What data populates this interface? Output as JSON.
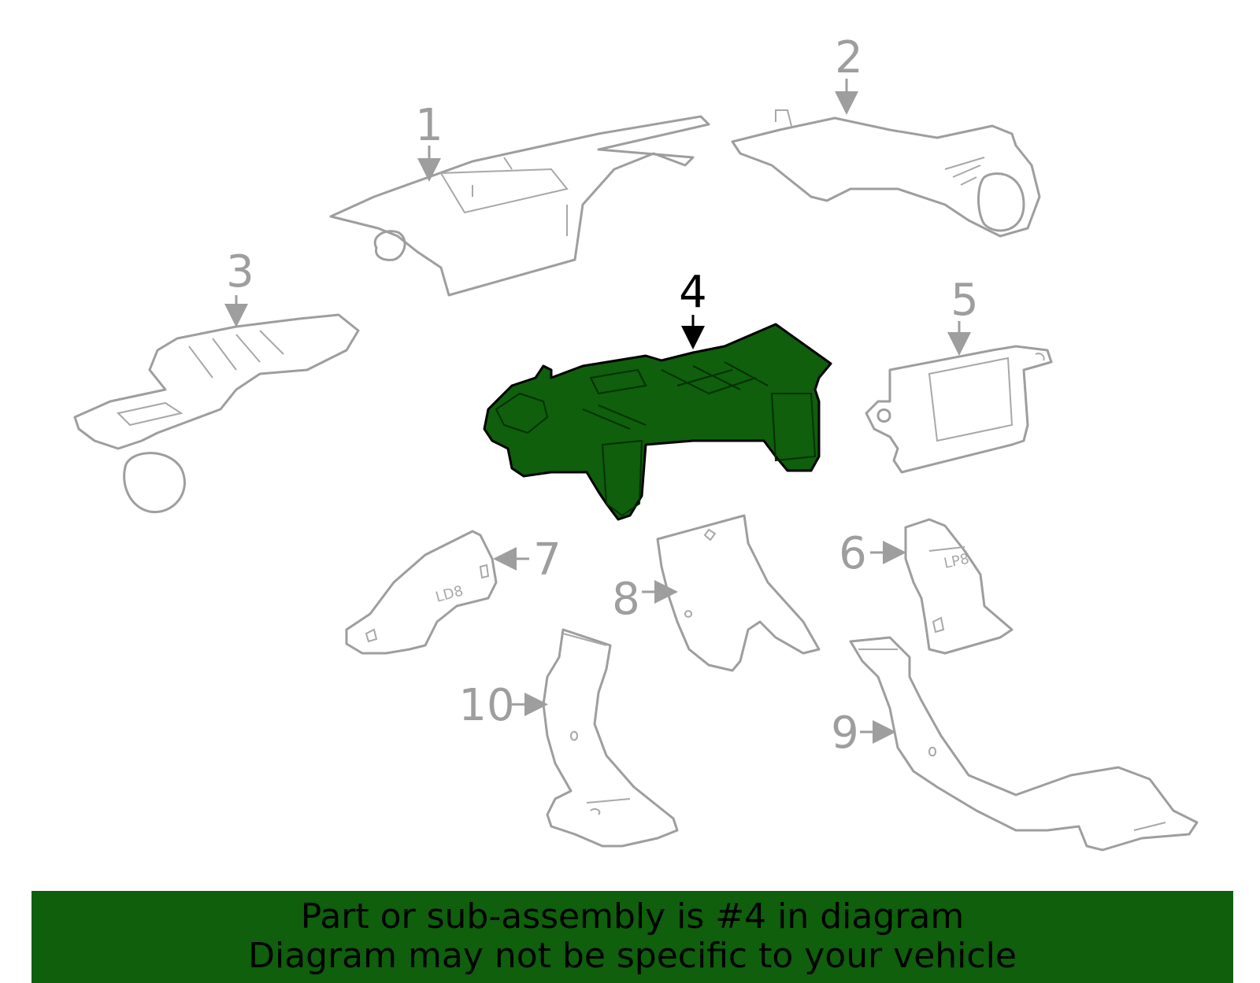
{
  "colors": {
    "highlight": "#0f5f0c",
    "part_outline": "#9e9e9e",
    "banner_bg": "#0f5f0c"
  },
  "callouts": {
    "c1": "1",
    "c2": "2",
    "c3": "3",
    "c4": "4",
    "c5": "5",
    "c6": "6",
    "c7": "7",
    "c8": "8",
    "c9": "9",
    "c10": "10"
  },
  "part_labels": {
    "p6": "LP8",
    "p7": "LD8"
  },
  "highlighted_part": "4",
  "banner": {
    "line1": "Part or sub-assembly is #4 in diagram",
    "line2": "Diagram may not be specific to your vehicle"
  }
}
